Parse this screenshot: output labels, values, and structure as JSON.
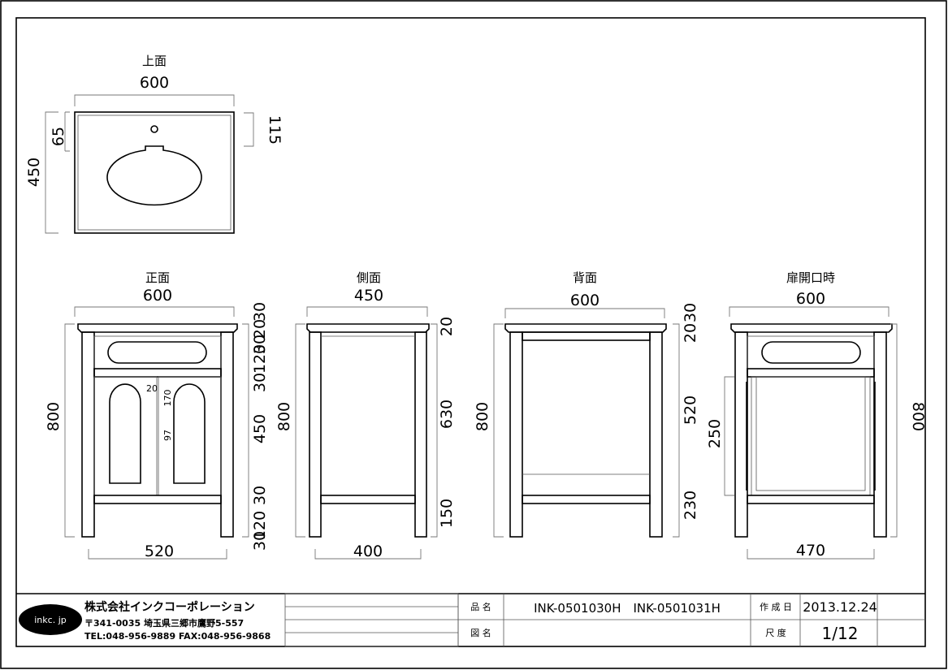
{
  "views": {
    "top": {
      "title": "上面",
      "width": "600",
      "depth": "450",
      "hole": "65",
      "back": "115"
    },
    "front": {
      "title": "正面",
      "width": "600",
      "inner_width": "520",
      "height": "800",
      "right_dims": [
        "30",
        "20",
        "30",
        "120",
        "30",
        "450",
        "30",
        "120",
        "30"
      ],
      "door_dims": [
        "20",
        "170",
        "97"
      ]
    },
    "side": {
      "title": "側面",
      "width": "450",
      "inner_width": "400",
      "height": "800",
      "right_dims": [
        "20",
        "630",
        "150"
      ]
    },
    "back": {
      "title": "背面",
      "width": "600",
      "height": "800",
      "right_dims": [
        "30",
        "20",
        "520",
        "230"
      ]
    },
    "open": {
      "title": "扉開口時",
      "width": "600",
      "inner_width": "470",
      "height": "800",
      "door_height": "250"
    }
  },
  "title_block": {
    "logo": "inkc. jp",
    "company": "株式会社インクコーポレーション",
    "address": "〒341-0035 埼玉県三郷市鷹野5-557",
    "tel_fax": "TEL:048-956-9889 FAX:048-956-9868",
    "product_label": "品 名",
    "product_value": "INK-0501030H　INK-0501031H",
    "drawing_label": "図 名",
    "drawing_value": "",
    "date_label": "作 成 日",
    "date_value": "2013.12.24",
    "scale_label": "尺 度",
    "scale_value": "1/12"
  }
}
